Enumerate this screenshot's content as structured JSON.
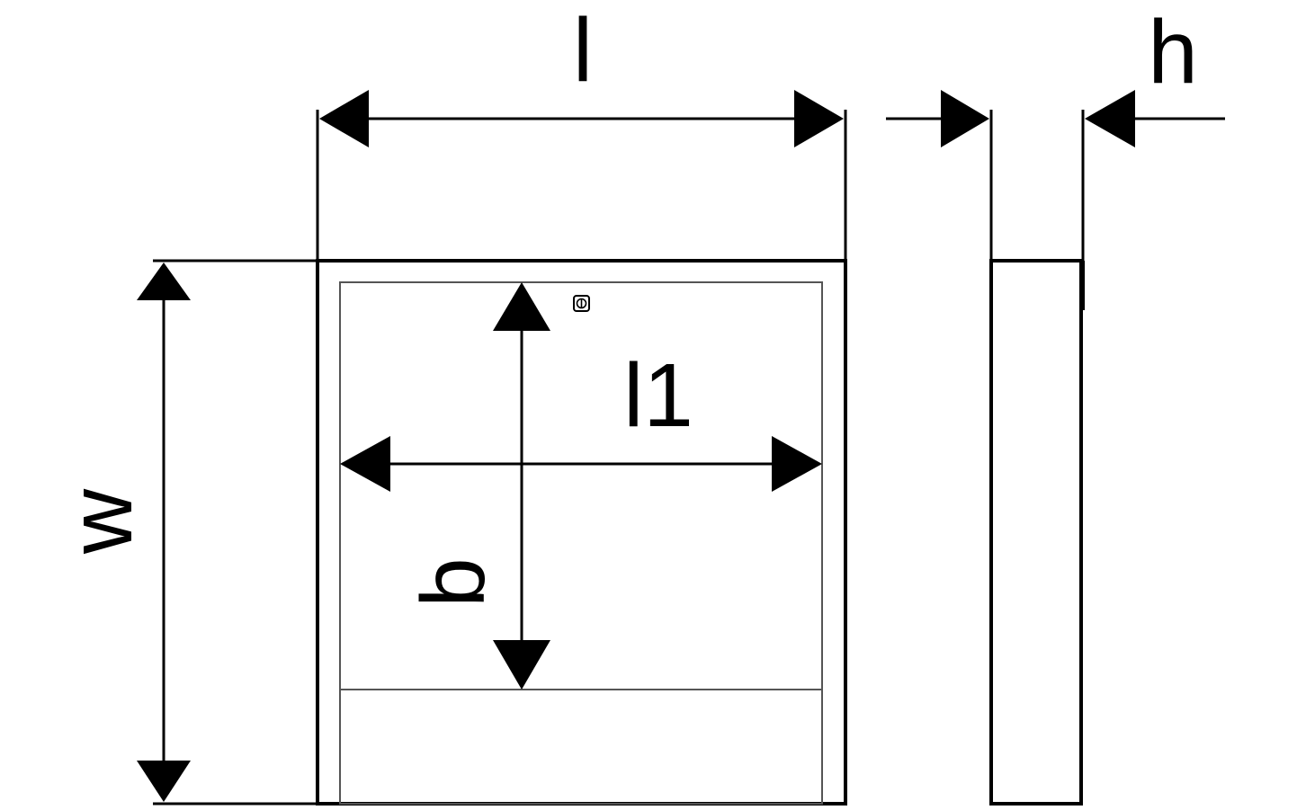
{
  "labels": {
    "length": "l",
    "height": "h",
    "width": "w",
    "inner_length": "l1",
    "inner_width": "b"
  },
  "colors": {
    "stroke": "#000000",
    "inner_stroke": "#555555",
    "background": "#ffffff"
  },
  "icons": {
    "lock": "keyhole-lock-icon"
  }
}
